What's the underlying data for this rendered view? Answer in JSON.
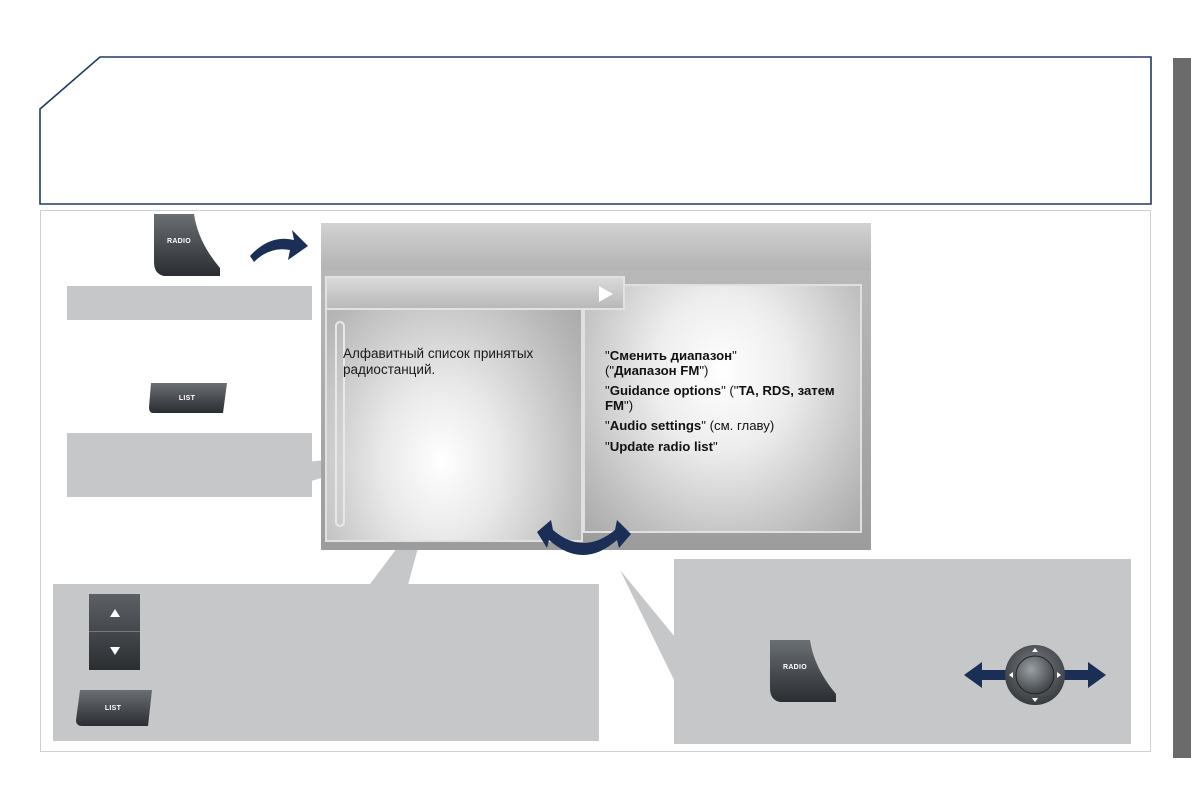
{
  "buttons": {
    "radio_label": "RADIO",
    "list_label": "LIST"
  },
  "screen": {
    "list_description": "Алфавитный список принятых радиостанций.",
    "menu_items": [
      {
        "bold": "Сменить диапазон",
        "rest": ""
      },
      {
        "bold": "Диапазон FM",
        "rest": ""
      },
      {
        "bold": "Guidance options",
        "rest": ""
      },
      {
        "bold": "TA, RDS, затем FM",
        "rest": ""
      },
      {
        "bold": "Audio settings",
        "rest": " (см. главу)"
      },
      {
        "bold": "Update radio list",
        "rest": ""
      }
    ]
  },
  "colors": {
    "frame_navy": "#1f3b63",
    "arrow_navy": "#1b2f56",
    "callout_gray": "#c6c7c8",
    "side_tab": "#6b6b6b"
  },
  "icons": {
    "play": "play-icon",
    "scroll_up": "arrow-up-icon",
    "scroll_down": "arrow-down-icon",
    "joystick": "joystick-icon"
  }
}
